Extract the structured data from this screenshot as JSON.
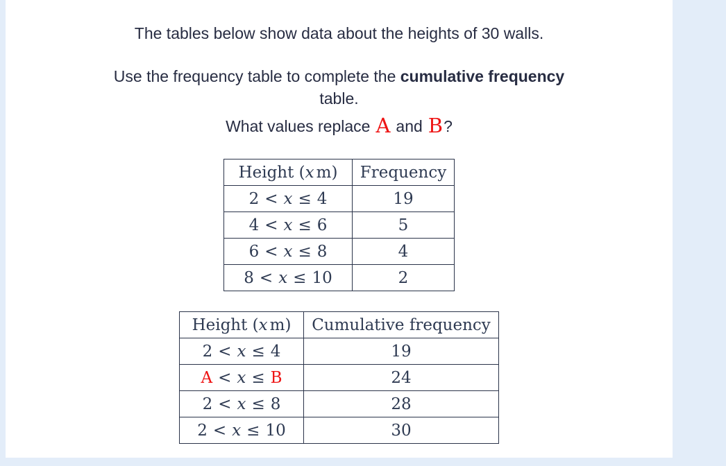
{
  "page": {
    "background": "#e3edf9",
    "card_background": "#ffffff"
  },
  "colors": {
    "intro_text": "#272c42",
    "table_text": "#2e3a52",
    "table_border": "#2a3349",
    "highlight_red": "#ee1414"
  },
  "intro": {
    "line1": "The tables below show data about the heights of 30 walls.",
    "line2_normal": "Use the frequency table to complete the ",
    "line2_bold": "cumulative frequency",
    "line2_tail": "table.",
    "question_prefix": "What values replace",
    "question_a": "A",
    "question_conj": "and",
    "question_b": "B",
    "question_suffix": "?"
  },
  "math": {
    "lt": "<",
    "leq": "≤",
    "var": "x"
  },
  "frequency_table": {
    "header": {
      "height_pre": "Height (",
      "height_var": "x",
      "height_post": "m)",
      "value_label": "Frequency"
    },
    "rows": [
      {
        "lower": "2",
        "upper": "4",
        "value": "19"
      },
      {
        "lower": "4",
        "upper": "6",
        "value": "5"
      },
      {
        "lower": "6",
        "upper": "8",
        "value": "4"
      },
      {
        "lower": "8",
        "upper": "10",
        "value": "2"
      }
    ]
  },
  "cumulative_table": {
    "header": {
      "height_pre": "Height (",
      "height_var": "x",
      "height_post": "m)",
      "value_label": "Cumulative frequency"
    },
    "rows": [
      {
        "lower": "2",
        "upper": "4",
        "value": "19"
      },
      {
        "lower": "A",
        "upper": "B",
        "value": "24"
      },
      {
        "lower": "2",
        "upper": "8",
        "value": "28"
      },
      {
        "lower": "2",
        "upper": "10",
        "value": "30"
      }
    ]
  }
}
